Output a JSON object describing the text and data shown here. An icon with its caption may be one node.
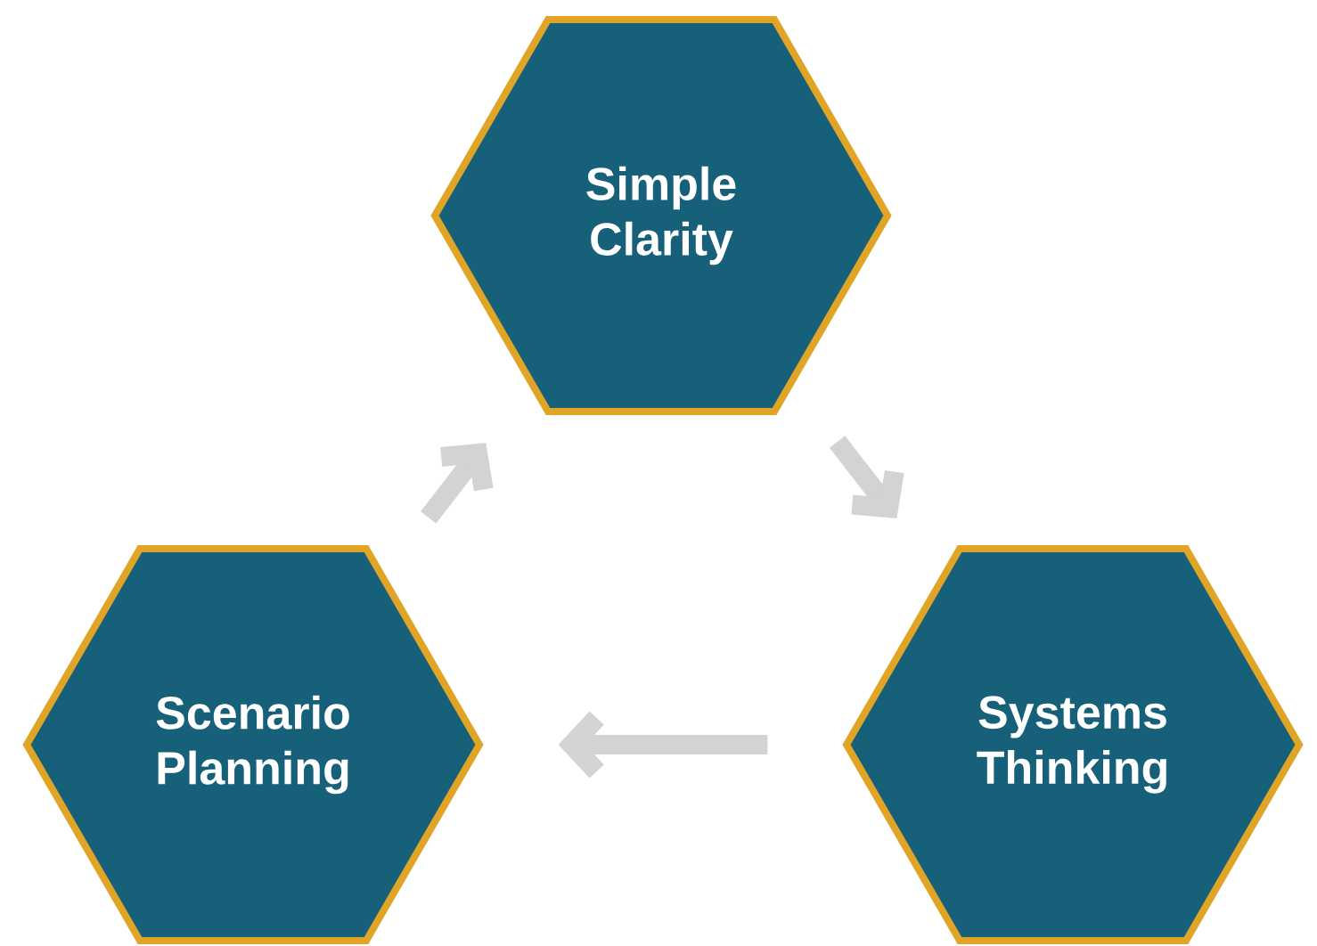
{
  "diagram": {
    "nodes": [
      {
        "text": [
          "Simple Clarity"
        ]
      },
      {
        "text": [
          "Scenario Planning"
        ]
      },
      {
        "text": [
          "Systems Thinking"
        ]
      }
    ],
    "edges": [
      {
        "from": 1,
        "to": 0,
        "arrow": "to"
      },
      {
        "from": 0,
        "to": 2,
        "arrow": "to"
      },
      {
        "from": 2,
        "to": 1,
        "arrow": "to"
      }
    ]
  }
}
